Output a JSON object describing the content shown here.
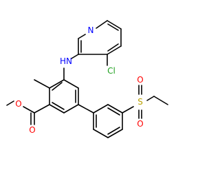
{
  "molecule": {
    "colors": {
      "carbon_bond": "#000000",
      "nitrogen": "#0000ff",
      "oxygen": "#ff0000",
      "sulfur": "#b8a000",
      "chlorine": "#1fa01f"
    },
    "atom_labels": {
      "pyridine_n": "N",
      "amine_nh": "HN",
      "chlorine": "Cl",
      "sulfonyl_s": "S",
      "sulfonyl_o_top": "O",
      "sulfonyl_o_bottom": "O",
      "ester_o_single": "O",
      "ester_o_double": "O"
    }
  }
}
